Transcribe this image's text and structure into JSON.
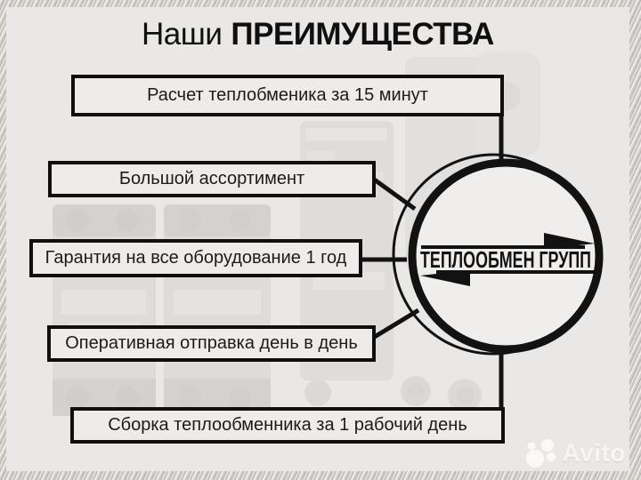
{
  "title": {
    "prefix": "Наши",
    "emphasis": "ПРЕИМУЩЕСТВА"
  },
  "advantages": [
    "Расчет теплобменика за 15 минут",
    "Большой ассортимент",
    "Гарантия на все оборудование 1 год",
    "Оперативная отправка день в день",
    "Сборка теплообменника за 1 рабочий день"
  ],
  "logo": {
    "name": "ТЕПЛООБМЕН ГРУПП"
  },
  "watermark": {
    "brand": "Avito"
  },
  "colors": {
    "ink": "#141414",
    "panel": "#edecea",
    "background": "#e9e8e7",
    "frame_metal": "#cfccc7",
    "watermark": "#fbfaf8"
  }
}
